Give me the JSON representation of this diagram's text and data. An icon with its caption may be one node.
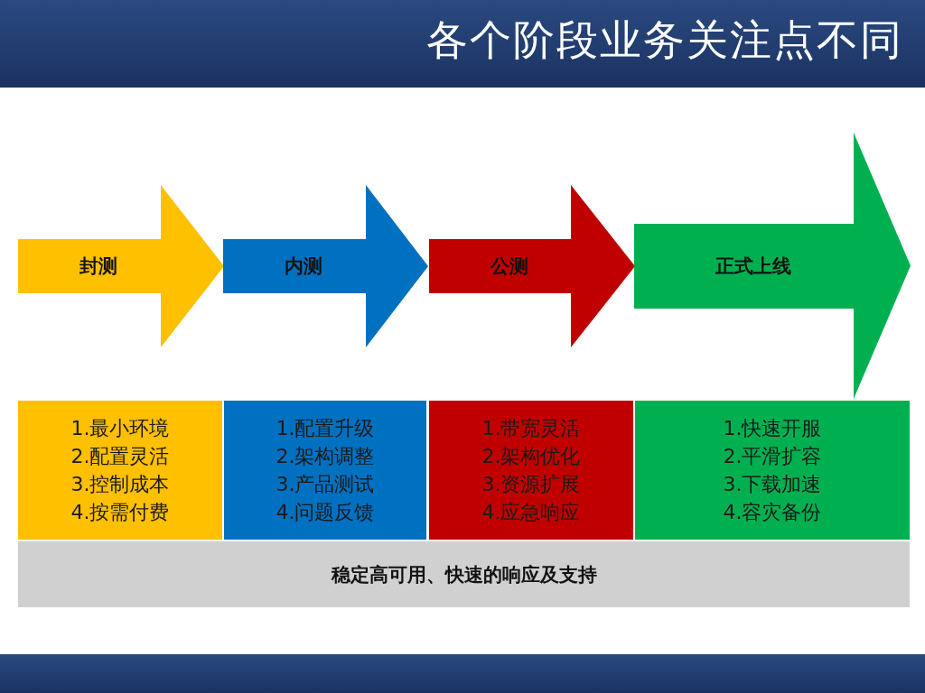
{
  "diagram": {
    "title": "各个阶段业务关注点不同",
    "nodes": [
      {
        "text": [
          "封测"
        ]
      },
      {
        "text": [
          "内测"
        ]
      },
      {
        "text": [
          "公测"
        ]
      },
      {
        "text": [
          "正式上线"
        ]
      },
      {
        "text": [
          "1.最小环境",
          "2.配置灵活",
          "3.控制成本",
          "4.按需付费"
        ]
      },
      {
        "text": [
          "1.配置升级",
          "2.架构调整",
          "3.产品测试",
          "4.问题反馈"
        ]
      },
      {
        "text": [
          "1.带宽灵活",
          "2.架构优化",
          "3.资源扩展",
          "4.应急响应"
        ]
      },
      {
        "text": [
          "1.快速开服",
          "2.平滑扩容",
          "3.下载加速",
          "4.容灾备份"
        ]
      },
      {
        "text": [
          "稳定高可用、快速的响应及支持"
        ]
      }
    ]
  }
}
